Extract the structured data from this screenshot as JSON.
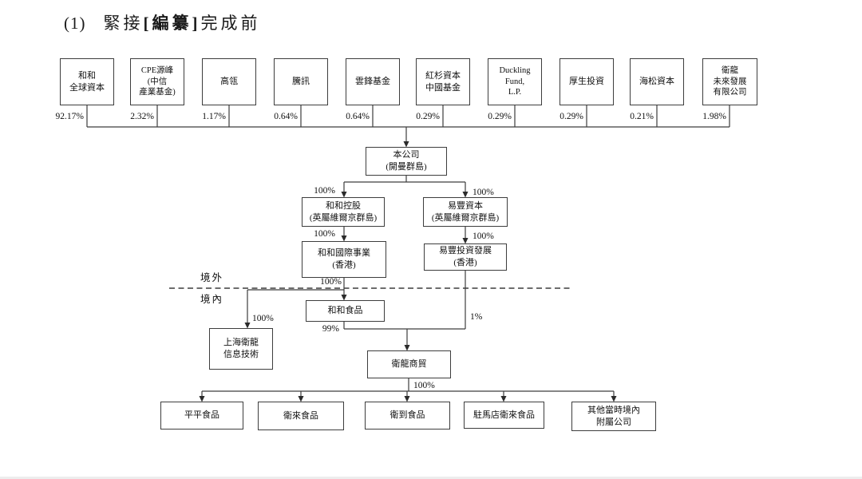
{
  "title": {
    "index": "(1)",
    "pre": "緊接",
    "redacted": "[編纂]",
    "post": "完成前"
  },
  "shareholders": [
    {
      "name": "和和\n全球資本",
      "pct": "92.17%"
    },
    {
      "name": "CPE源峰\n(中信\n產業基金)",
      "pct": "2.32%"
    },
    {
      "name": "高瓴",
      "pct": "1.17%"
    },
    {
      "name": "騰訊",
      "pct": "0.64%"
    },
    {
      "name": "雲鋒基金",
      "pct": "0.64%"
    },
    {
      "name": "紅杉資本\n中國基金",
      "pct": "0.29%"
    },
    {
      "name": "Duckling\nFund,\nL.P.",
      "pct": "0.29%"
    },
    {
      "name": "厚生投資",
      "pct": "0.29%"
    },
    {
      "name": "海松資本",
      "pct": "0.21%"
    },
    {
      "name": "衛龍\n未來發展\n有限公司",
      "pct": "1.98%"
    }
  ],
  "company": {
    "name": "本公司\n(開曼群島)"
  },
  "level2": [
    {
      "name": "和和控股\n(英屬維爾京群島)",
      "pct": "100%"
    },
    {
      "name": "易豐資本\n(英屬維爾京群島)",
      "pct": "100%"
    }
  ],
  "level3": [
    {
      "name": "和和國際事業\n(香港)",
      "pct": "100%"
    },
    {
      "name": "易豐投資發展\n(香港)",
      "pct": "100%"
    }
  ],
  "region": {
    "offshore": "境外",
    "onshore": "境內"
  },
  "hehe_food": {
    "name": "和和食品",
    "pct_in": "100%",
    "pct_out": "99%"
  },
  "shanghai_weilong": {
    "name": "上海衛龍\n信息技術",
    "pct": "100%"
  },
  "yifeng_invest_pct": "1%",
  "weilong_trading": {
    "name": "衛龍商貿",
    "pct_down": "100%"
  },
  "subsidiaries": [
    {
      "name": "平平食品"
    },
    {
      "name": "衛來食品"
    },
    {
      "name": "衛到食品"
    },
    {
      "name": "駐馬店衛來食品"
    },
    {
      "name": "其他當時境內\n附屬公司"
    }
  ]
}
